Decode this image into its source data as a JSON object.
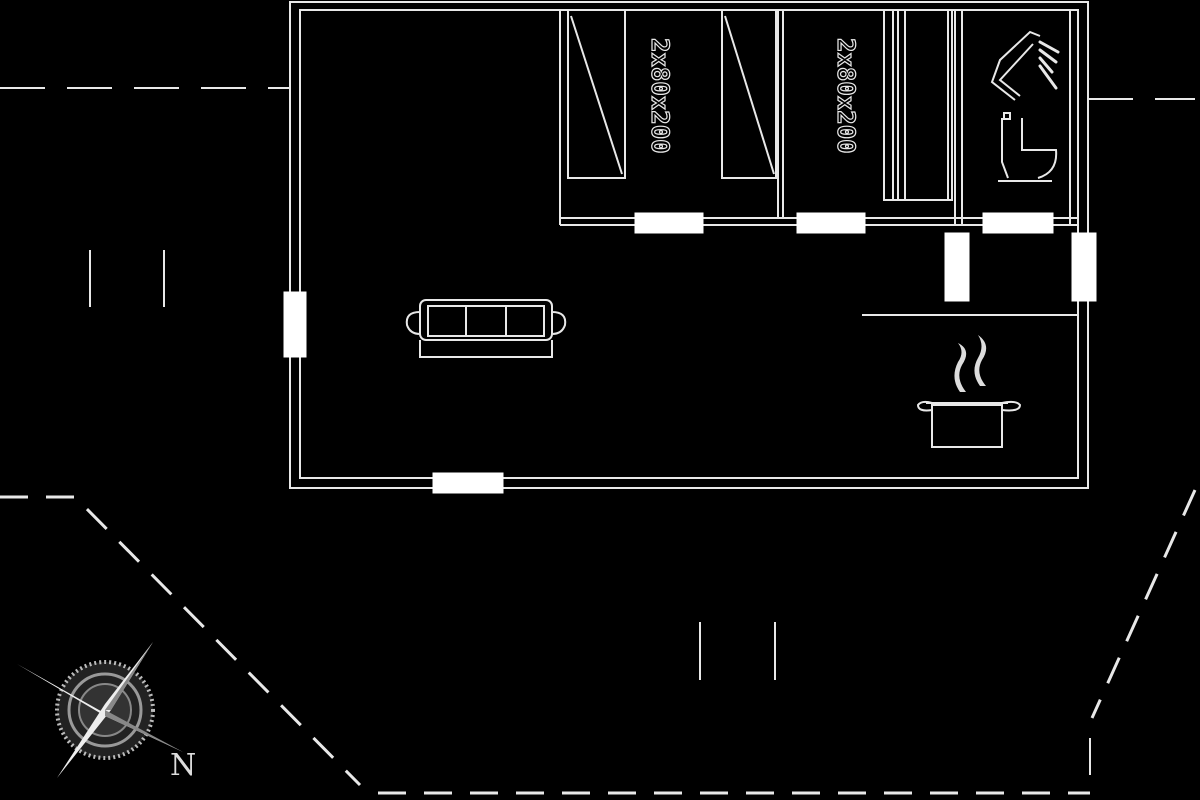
{
  "drawing": {
    "bed_labels": [
      "2x80x200",
      "2x80x200"
    ],
    "compass_label": "N",
    "colors": {
      "background": "#000000",
      "line": "#e8e8e8"
    }
  }
}
